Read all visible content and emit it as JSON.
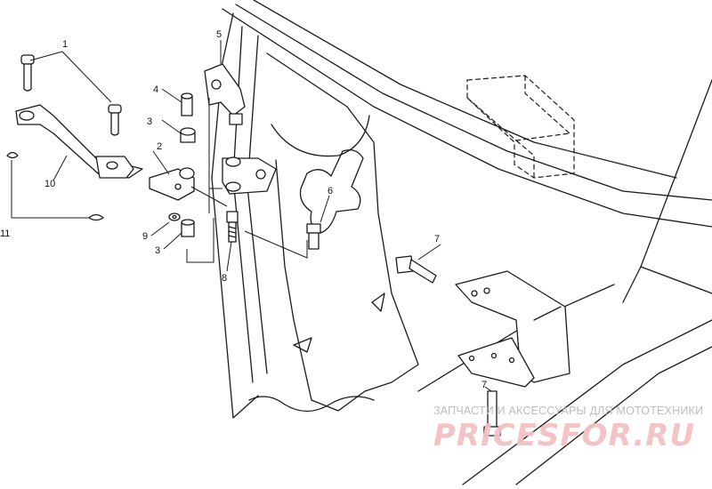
{
  "callouts": {
    "c1": "1",
    "c2": "2",
    "c3a": "3",
    "c3b": "3",
    "c4": "4",
    "c5": "5",
    "c6": "6",
    "c7a": "7",
    "c7b": "7",
    "c8": "8",
    "c9": "9",
    "c10": "10",
    "c11": "11"
  },
  "watermark": {
    "tagline": "ЗАПЧАСТИ И АКСЕССУАРЫ ДЛЯ МОТОТЕХНИКИ",
    "logo": "PRICESFOR.RU",
    "logo_color": "#f4c0c4",
    "tagline_color": "#bdbdbd"
  }
}
